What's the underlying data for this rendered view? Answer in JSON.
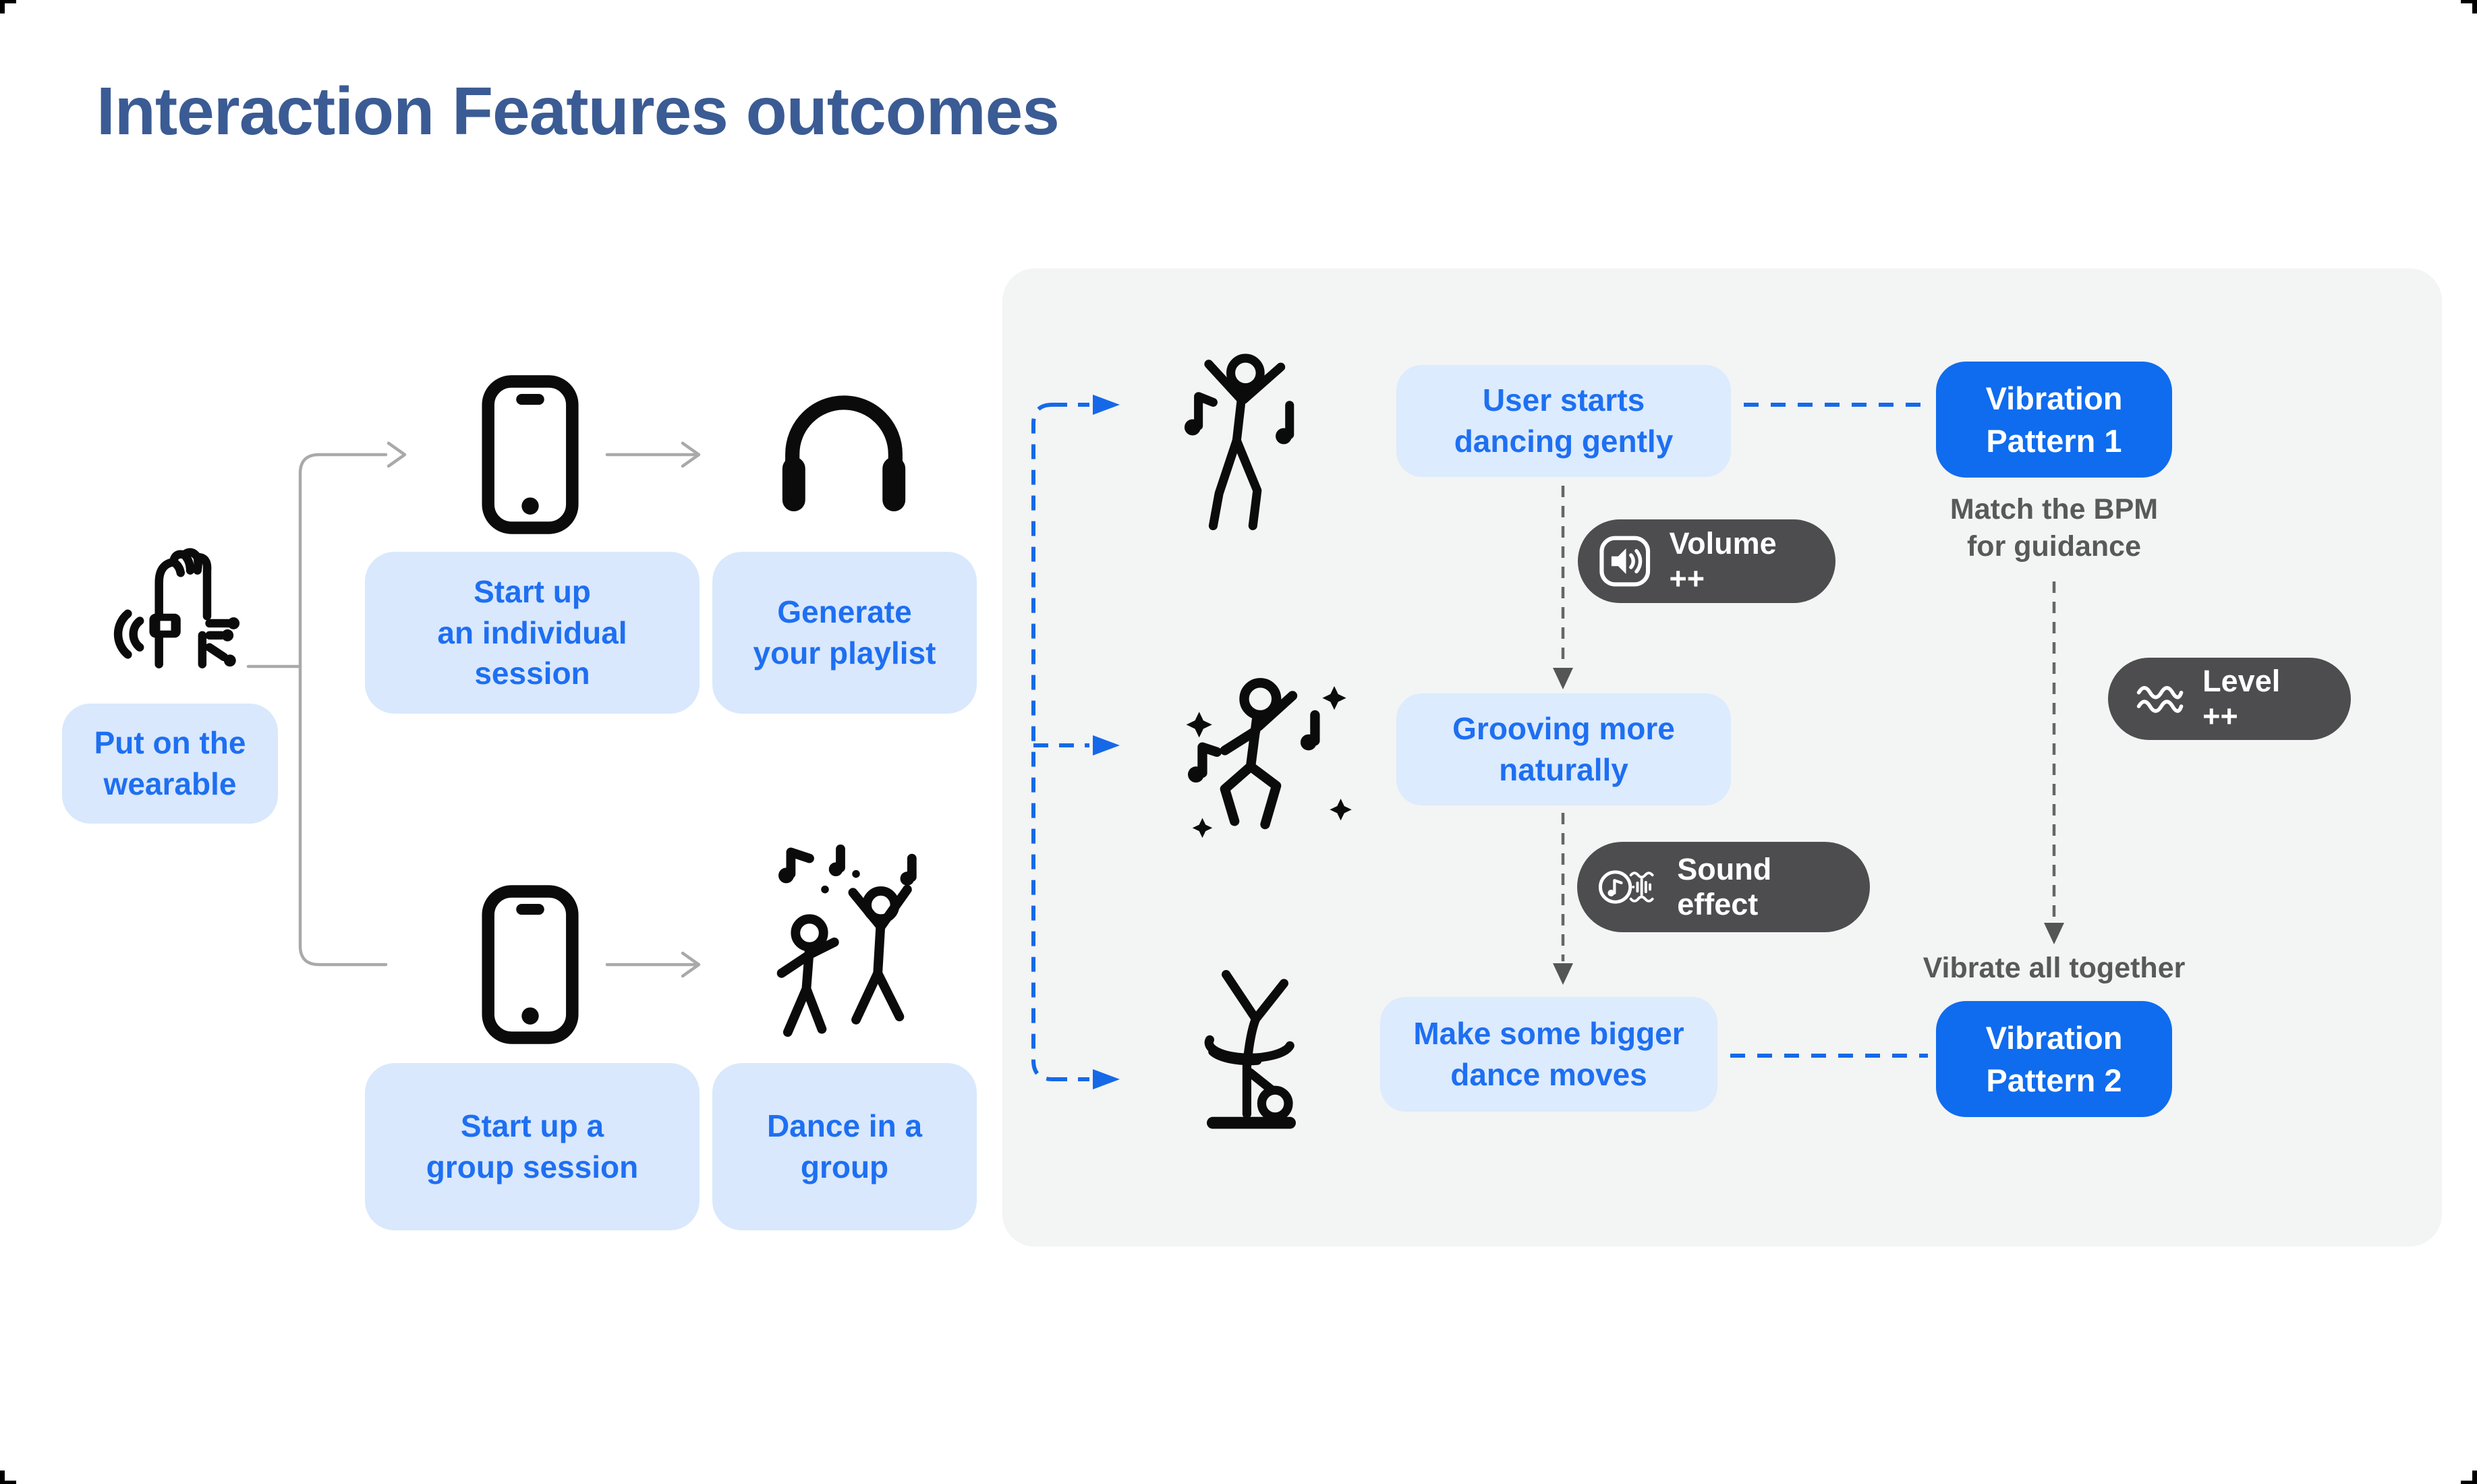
{
  "title": "Interaction Features outcomes",
  "colors": {
    "title_text": "#3b5b94",
    "accent_blue": "#1e6ff2",
    "button_blue": "#0f6cee",
    "light_blue_box": "#d9e8fc",
    "panel_background": "#f3f4f4",
    "dark_pill": "#4d4d4f",
    "gray_annotation": "#595959",
    "gray_connector": "#a9a9a9",
    "dashed_dark": "#666666",
    "dashed_blue": "#1569e8"
  },
  "left_flow": {
    "put_on_wearable": {
      "line1": "Put on the",
      "line2": "wearable"
    },
    "start_individual": {
      "line1": "Start up",
      "line2": "an individual",
      "line3": "session"
    },
    "generate_playlist": {
      "line1": "Generate",
      "line2": "your playlist"
    },
    "start_group": {
      "line1": "Start up a",
      "line2": "group session"
    },
    "dance_group": {
      "line1": "Dance in a",
      "line2": "group"
    },
    "icons": {
      "wearable": "wearable-wrist-icon",
      "phone_individual": "smartphone-icon",
      "headphones": "headphones-icon",
      "phone_group": "smartphone-icon",
      "group_dancers": "group-dancers-icon"
    }
  },
  "panel": {
    "states": {
      "state1": {
        "line1": "User starts",
        "line2": "dancing gently"
      },
      "state2": {
        "line1": "Grooving more",
        "line2": "naturally"
      },
      "state3": {
        "line1": "Make some bigger",
        "line2": "dance moves"
      }
    },
    "icons": {
      "dancer_gentle": "dancer-gentle-icon",
      "dancer_groove": "dancer-groove-icon",
      "dancer_break": "breakdancer-icon",
      "volume": "speaker-icon",
      "sound": "sound-effect-icon",
      "level": "vibration-waves-icon"
    },
    "pills": {
      "volume": "Volume ++",
      "sound": "Sound effect",
      "level": "Level ++"
    },
    "vibration1": {
      "line1": "Vibration",
      "line2": "Pattern 1"
    },
    "vibration2": {
      "line1": "Vibration",
      "line2": "Pattern 2"
    },
    "match_bpm": {
      "line1": "Match the BPM",
      "line2": "for guidance"
    },
    "vibrate_all": "Vibrate all together"
  }
}
